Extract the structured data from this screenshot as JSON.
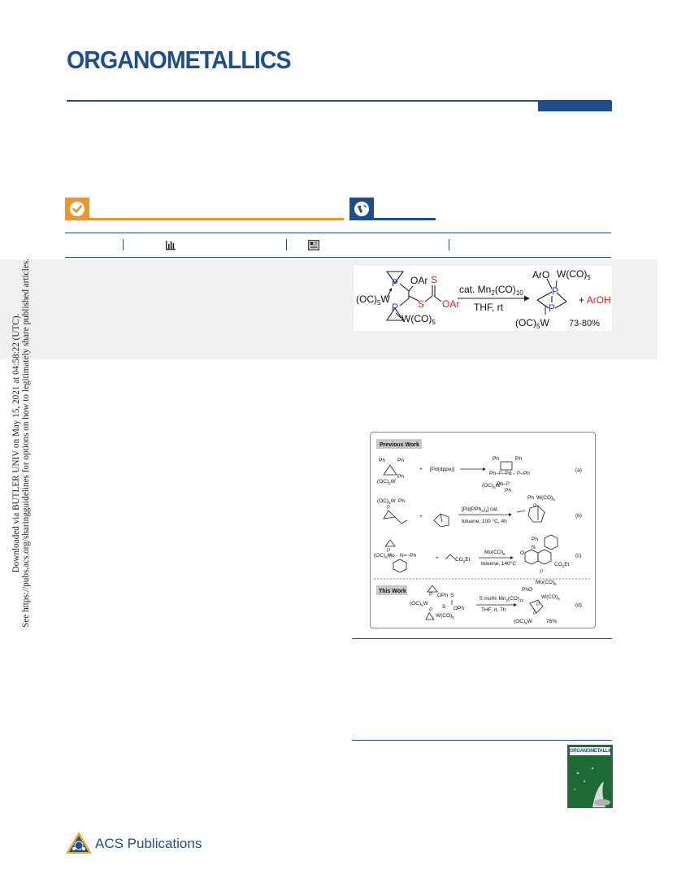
{
  "header": {
    "journal_name": "ORGANOMETALLICS",
    "brand_color": "#1f4e8c",
    "accent_orange": "#e8962e"
  },
  "sidebar": {
    "download_line": "Downloaded via BUTLER UNIV on May 15, 2021 at 04:58:22 (UTC).",
    "sharing_line": "See https://pubs.acs.org/sharingguidelines for options on how to legitimately share published articles."
  },
  "toc_graphic": {
    "substrate_top_ligand": "OAr",
    "thio_s": "S",
    "bridge_s": "S",
    "ester_oar": "OAr",
    "w_left": "(OC)5W",
    "w_bottom": "W(CO)5",
    "reagent_above": "cat. Mn2(CO)10",
    "conditions_below": "THF, rt",
    "product_aro": "ArO",
    "product_w_top": "W(CO)5",
    "product_w_bottom": "(OC)5W",
    "yield": "73-80%",
    "byproduct": "+ ArOH",
    "phosphorus": "P"
  },
  "scheme": {
    "previous_work_label": "Previous Work",
    "this_work_label": "This Work",
    "row_a": {
      "reagent": "[Pd(dppe)]",
      "plus": "+",
      "tag": "(a)",
      "w": "(OC)5W",
      "ph": "Ph"
    },
    "row_b": {
      "catalyst": "[Pd(PPh3)4] cat.",
      "conditions": "toluene, 100 °C, 4h",
      "plus": "+",
      "tag": "(b)",
      "w": "(OC)5W",
      "w_product": "W(CO)5",
      "ph": "Ph"
    },
    "row_c": {
      "reagent": "Mo(CO)6",
      "conditions": "toluene, 140°C",
      "alkene": "CO2Et",
      "imine": "N=~Ph",
      "plus": "+",
      "tag": "(c)",
      "mo": "(OC)5Mo",
      "product_mo": "Mo(CO)5",
      "ester": "CO2Et",
      "ph": "Ph",
      "o": "O",
      "n": "N"
    },
    "row_d": {
      "catalyst": "5 mol% Mn2(CO)10",
      "conditions": "THF, rt, 7h",
      "yield": "76%",
      "tag": "(d)",
      "oph": "OPh",
      "s": "S",
      "pho": "PhO",
      "w_left": "(OC)5W",
      "w_bottom": "W(CO)5",
      "w_product_top": "W(CO)5",
      "w_product_bottom": "(OC)5W"
    }
  },
  "cover": {
    "journal_name": "ORGANOMETALLICS"
  },
  "footer": {
    "publisher": "ACS Publications"
  }
}
